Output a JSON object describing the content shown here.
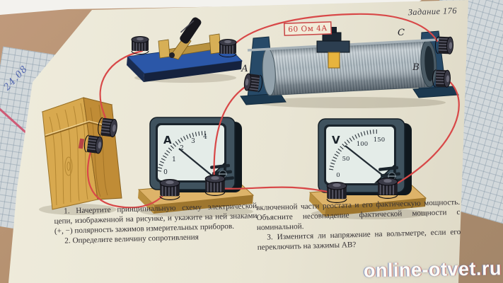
{
  "photo": {
    "task_label": "Задание 176",
    "watermark": "online-otvet.ru",
    "handwritten_date": "24.08"
  },
  "rheostat": {
    "rating_label": "60 Ом 4А",
    "terminals": {
      "a": "A",
      "b": "B",
      "c": "C"
    }
  },
  "ammeter": {
    "unit": "A",
    "scale": [
      "0",
      "1",
      "2",
      "3",
      "4"
    ],
    "needle_value": 2
  },
  "voltmeter": {
    "unit": "V",
    "scale": [
      "0",
      "50",
      "100",
      "150"
    ],
    "needle_value": 80
  },
  "questions": {
    "left": {
      "p1": "1. Начертите принципиальную схему электрической цепи, изображенной на рисунке, и укажите на ней знаками (+, −) полярность зажимов измерительных приборов.",
      "p2": "2. Определите величину сопротивления"
    },
    "right": {
      "p1": "включенной части реостата и его фактическую мощность. Объясните несовпадение фактической мощности с номинальной.",
      "p2": "3. Изменится ли напряжение на вольтметре, если его переключить на зажимы АВ?"
    }
  },
  "colors": {
    "wire_red": "#d84848",
    "switch_base_blue": "#2b57a8",
    "wood_yellow": "#d8ab57",
    "meter_body_slate": "#3f525e",
    "page_cream": "#eae6d6",
    "label_red": "#c43636",
    "desk_tan": "#b3906e"
  }
}
